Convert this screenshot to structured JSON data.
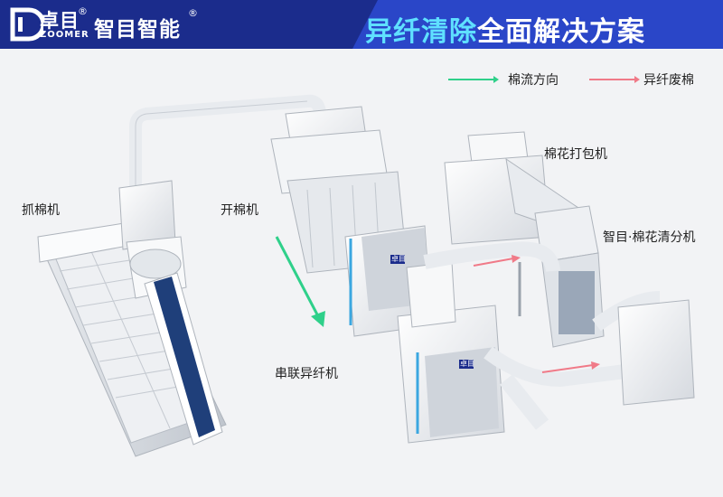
{
  "header": {
    "logo_cn": "卓目",
    "logo_en": "ZOOMER",
    "reg_mark": "®",
    "brand_name": "智目智能",
    "title_highlight": "异纤清除",
    "title_rest": "全面解决方案"
  },
  "legend": {
    "items": [
      {
        "label": "棉流方向",
        "color": "#2fd08a"
      },
      {
        "label": "异纤废棉",
        "color": "#f07a88"
      }
    ]
  },
  "machines": {
    "grabber": "抓棉机",
    "opener": "开棉机",
    "baler": "棉花打包机",
    "separator": "智目·棉花清分机",
    "inline": "串联异纤机"
  },
  "machine_badge": "卓目",
  "colors": {
    "header_dark": "#1b2c8c",
    "header_light": "#2a46c8",
    "title_highlight": "#5fe0ff",
    "machine_white": "#ffffff",
    "machine_grey": "#d9dde3",
    "conveyor_blue": "#1f3f7a"
  }
}
